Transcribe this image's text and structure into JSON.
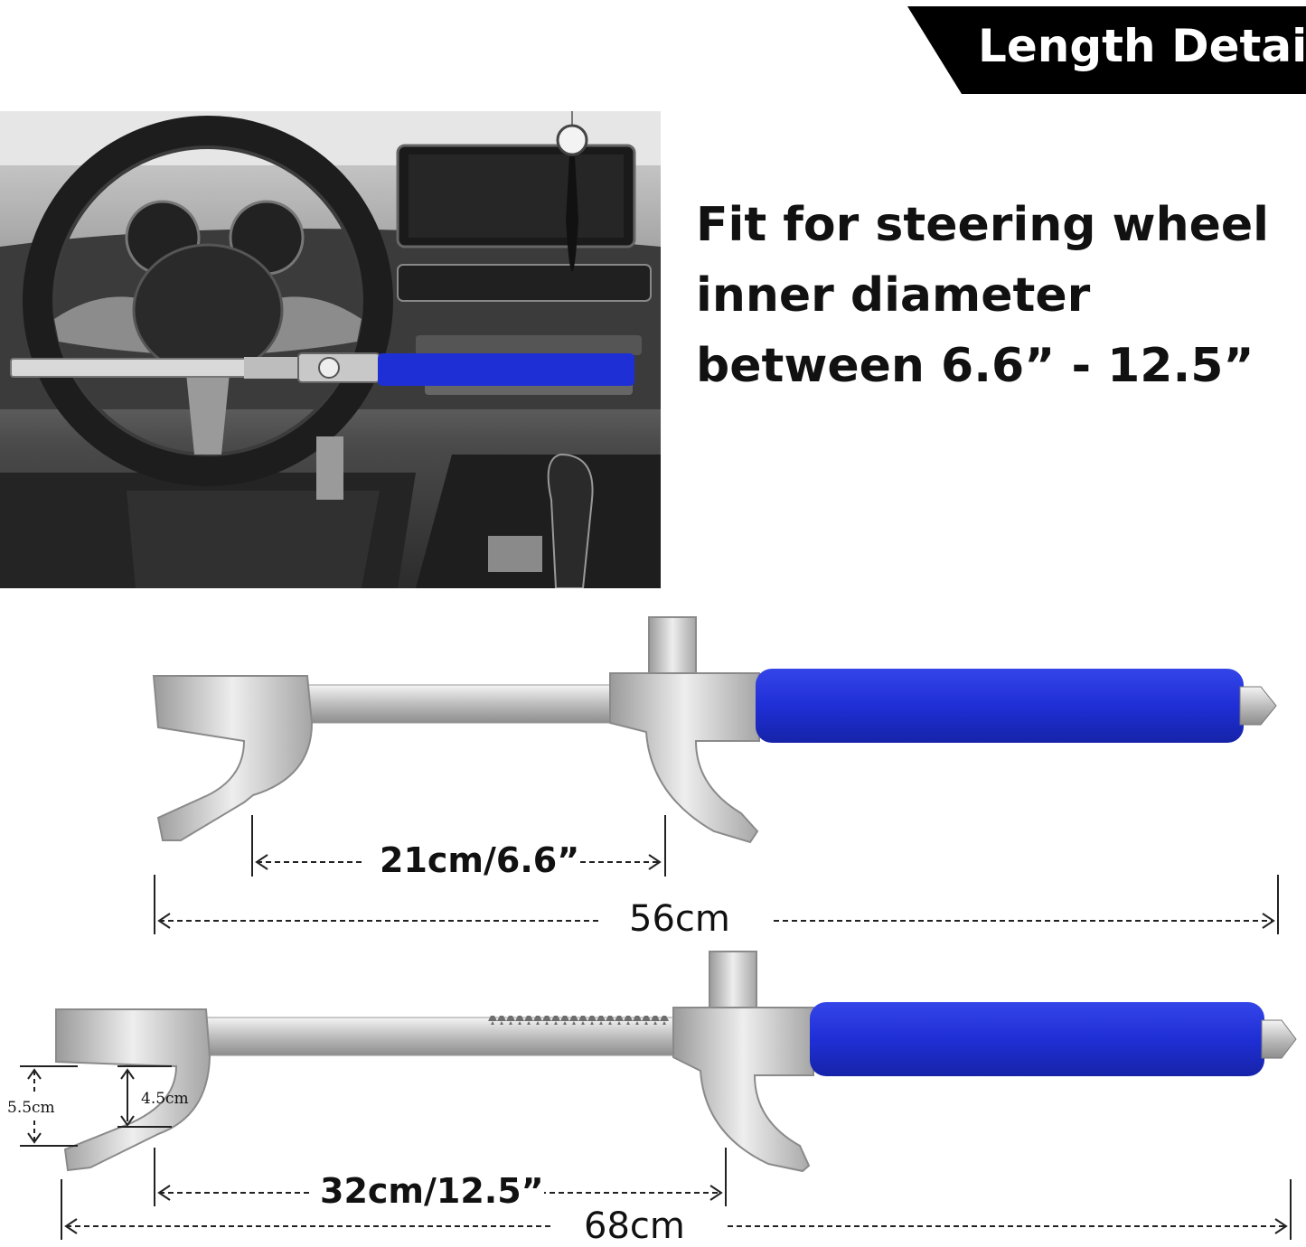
{
  "banner": {
    "title": "Length Detail"
  },
  "fit_text": {
    "line1": "Fit for steering wheel",
    "line2": "inner diameter",
    "line3": "between 6.6”  - 12.5”"
  },
  "dimensions": {
    "min_inner": "21cm/6.6”",
    "min_total": "56cm",
    "max_inner": "32cm/12.5”",
    "max_total": "68cm",
    "hook_outer": "5.5cm",
    "hook_inner": "4.5cm"
  },
  "colors": {
    "handle": "#1f2fd6",
    "metal": "#c9c9c9",
    "banner": "#000000"
  }
}
